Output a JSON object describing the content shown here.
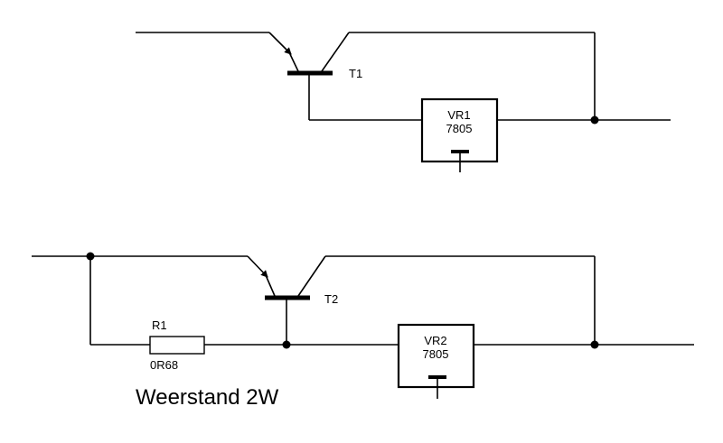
{
  "circuit_top": {
    "transistor_label": "T1",
    "regulator": {
      "name": "VR1",
      "type": "7805"
    }
  },
  "circuit_bottom": {
    "transistor_label": "T2",
    "regulator": {
      "name": "VR2",
      "type": "7805"
    },
    "resistor": {
      "name": "R1",
      "value": "0R68"
    },
    "caption": "Weerstand 2W"
  }
}
